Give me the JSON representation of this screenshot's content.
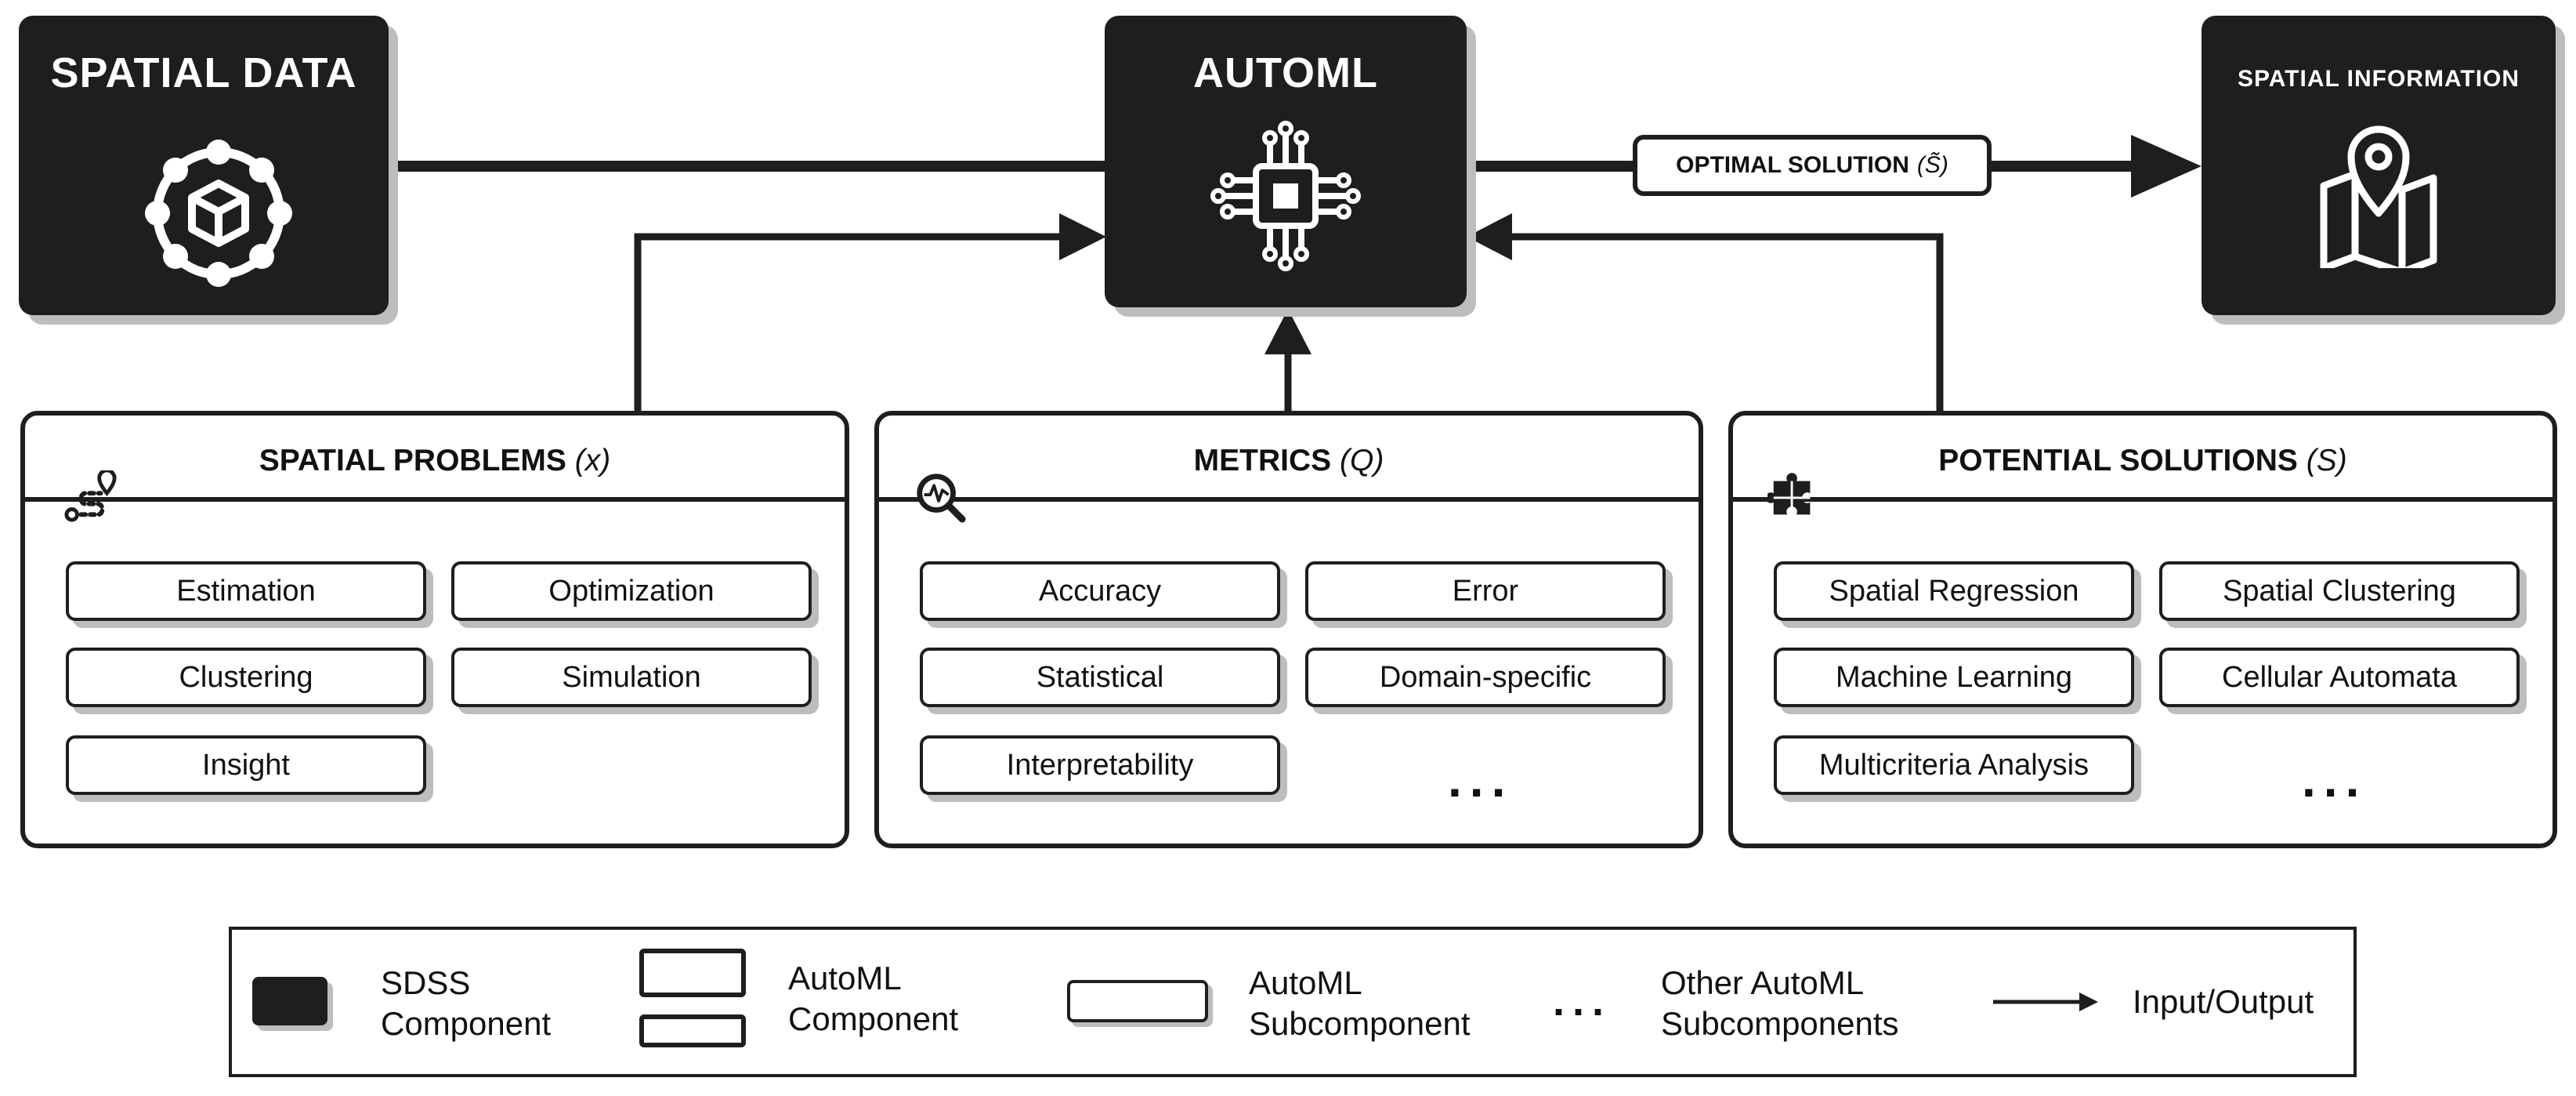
{
  "sdss": {
    "input_title": "SPATIAL DATA",
    "automl_title": "AUTOML",
    "output_title": "SPATIAL INFORMATION"
  },
  "optimal_solution": {
    "label": "OPTIMAL SOLUTION",
    "symbol": "(S̃)"
  },
  "panels": {
    "problems": {
      "title": "SPATIAL PROBLEMS",
      "symbol": "(x)",
      "items": [
        "Estimation",
        "Optimization",
        "Clustering",
        "Simulation",
        "Insight"
      ]
    },
    "metrics": {
      "title": "METRICS",
      "symbol": "(Q)",
      "items": [
        "Accuracy",
        "Error",
        "Statistical",
        "Domain-specific",
        "Interpretability"
      ],
      "more": "..."
    },
    "solutions": {
      "title": "POTENTIAL SOLUTIONS",
      "symbol": "(S)",
      "items": [
        "Spatial Regression",
        "Spatial Clustering",
        "Machine Learning",
        "Cellular Automata",
        "Multicriteria Analysis"
      ],
      "more": "..."
    }
  },
  "legend": {
    "sdss_component": "SDSS\nComponent",
    "automl_component": "AutoML\nComponent",
    "automl_subcomponent": "AutoML\nSubcomponent",
    "other_subcomponents": "Other AutoML\nSubcomponents",
    "input_output": "Input/Output",
    "dots": "..."
  },
  "icons": {
    "spatial_data": "data-cube-network-icon",
    "automl": "chip-icon",
    "spatial_information": "map-pin-icon",
    "problems": "route-icon",
    "metrics": "magnifier-pulse-icon",
    "solutions": "puzzle-icon"
  },
  "colors": {
    "dark": "#1e1e1e",
    "shadow": "#bdbdbd",
    "background": "#ffffff"
  }
}
